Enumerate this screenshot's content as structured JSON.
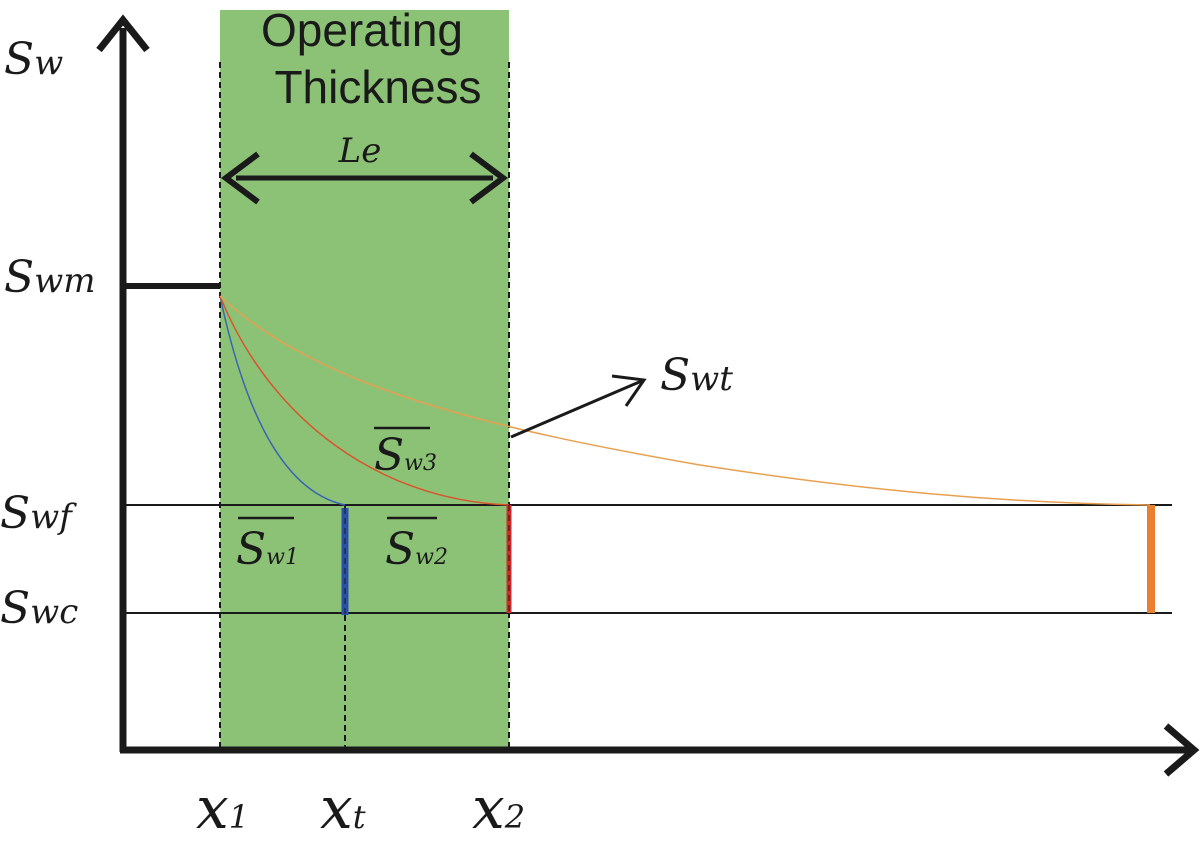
{
  "zone": {
    "title_line1": "Operating",
    "title_line2": "Thickness",
    "fill_color": "#8cc276"
  },
  "length_label": "Le",
  "y_labels": {
    "sw": {
      "base": "S",
      "sub": "w"
    },
    "swm": {
      "base": "S",
      "sub": "wm"
    },
    "swf": {
      "base": "S",
      "sub": "wf"
    },
    "swc": {
      "base": "S",
      "sub": "wc"
    }
  },
  "x_labels": {
    "x1": {
      "base": "x",
      "sub": "1"
    },
    "xt": {
      "base": "x",
      "sub": "t"
    },
    "x2": {
      "base": "x",
      "sub": "2"
    }
  },
  "curve_labels": {
    "swt": {
      "base": "S",
      "sub": "wt"
    },
    "sw1": {
      "base": "S",
      "sub": "w1"
    },
    "sw2": {
      "base": "S",
      "sub": "w2"
    },
    "sw3": {
      "base": "S",
      "sub": "w3"
    }
  },
  "colors": {
    "curve_1": "#3a66b0",
    "curve_2": "#d9552b",
    "curve_3": "#e8a050",
    "front_1": "#2a4fa8",
    "front_2": "#d02a2a",
    "front_3": "#e8802f",
    "axis": "#1a1a1a"
  }
}
